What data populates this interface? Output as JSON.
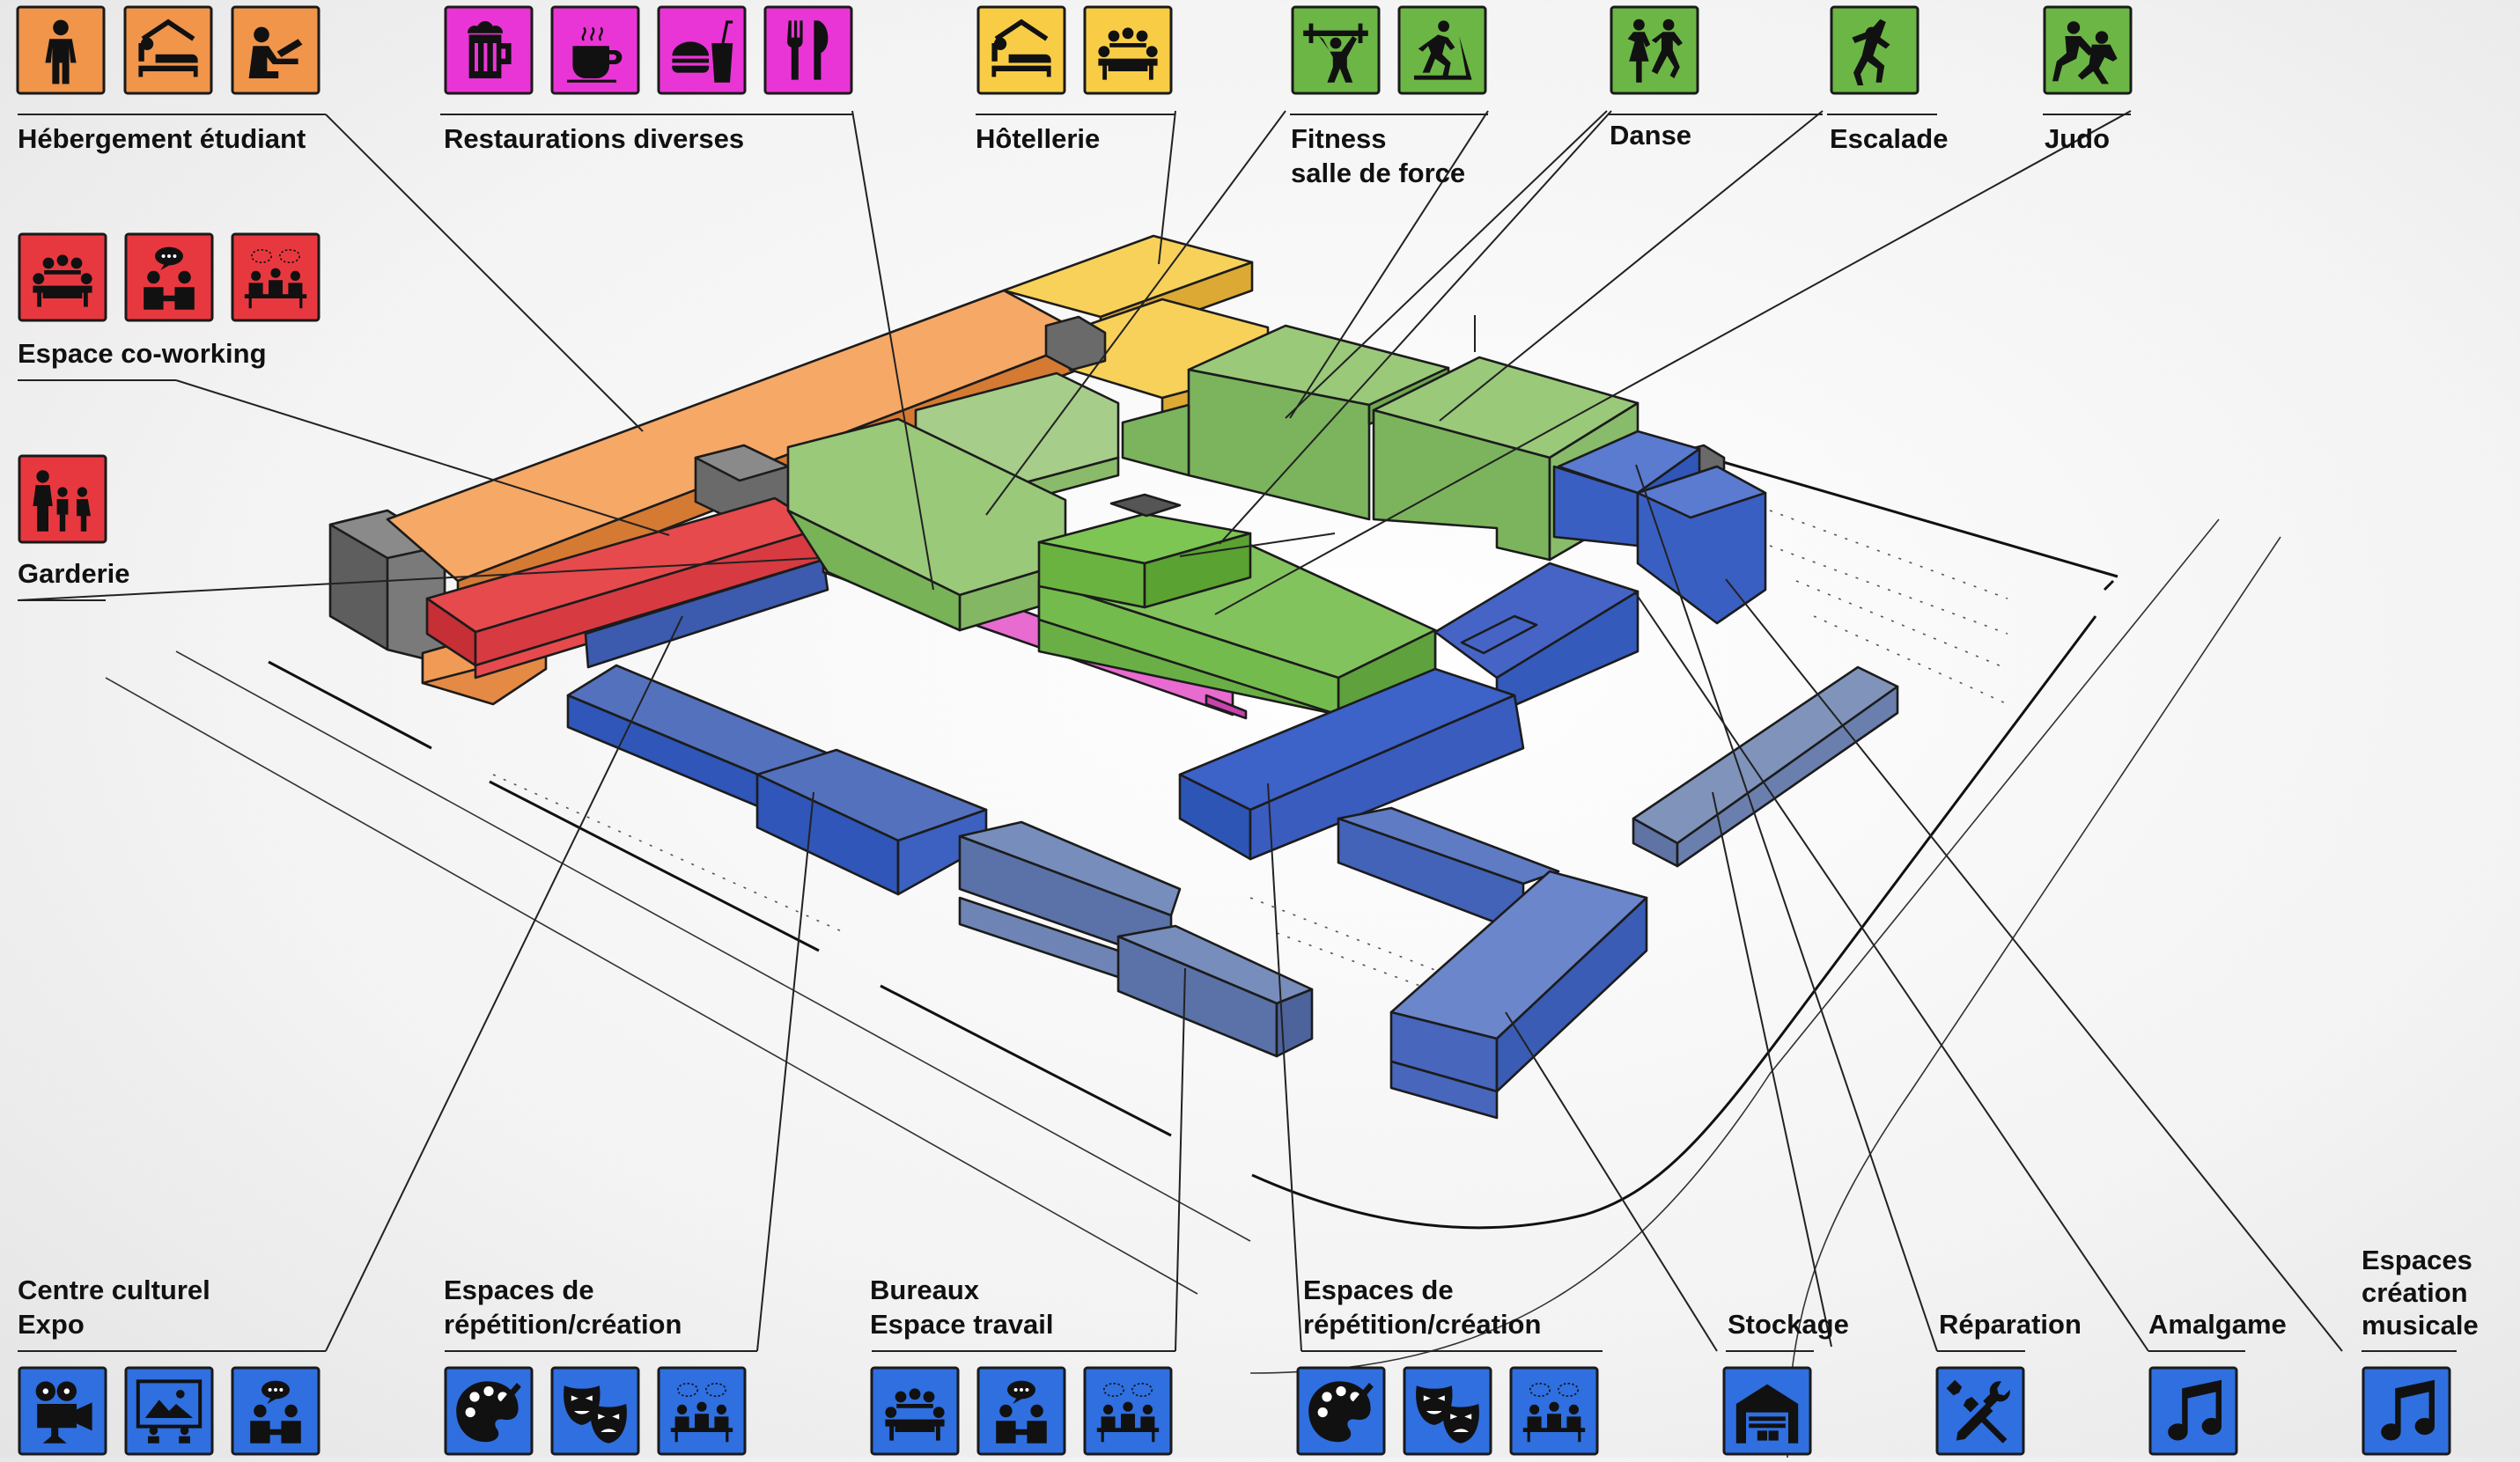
{
  "colors": {
    "orange": "#f0954a",
    "red": "#e8383f",
    "magenta": "#ea35d6",
    "yellow": "#f8cd45",
    "green": "#6cb645",
    "blue": "#2f6fe0",
    "grey_block": "#6e6e6e",
    "slate": "#6f86b8"
  },
  "labels": {
    "hebergement": "Hébergement étudiant",
    "restaurations": "Restaurations diverses",
    "hotellerie": "Hôtellerie",
    "fitness_1": "Fitness",
    "fitness_2": "salle de force",
    "danse": "Danse",
    "escalade": "Escalade",
    "judo": "Judo",
    "coworking": "Espace co-working",
    "garderie": "Garderie",
    "culturel_1": "Centre culturel",
    "culturel_2": "Expo",
    "repetition_a_1": "Espaces de",
    "repetition_a_2": "répétition/création",
    "bureaux_1": "Bureaux",
    "bureaux_2": "Espace travail",
    "repetition_b_1": "Espaces de",
    "repetition_b_2": "répétition/création",
    "stockage": "Stockage",
    "reparation": "Réparation",
    "amalgame": "Amalgame",
    "musicale_1": "Espaces",
    "musicale_2": "création",
    "musicale_3": "musicale"
  },
  "icons": {
    "hebergement": [
      "student-icon",
      "bed-icon",
      "desk-study-icon"
    ],
    "restaurations": [
      "beer-mug-icon",
      "coffee-cup-icon",
      "fast-food-icon",
      "fork-knife-icon"
    ],
    "hotellerie": [
      "bed-icon",
      "meeting-table-icon"
    ],
    "fitness": [
      "weightlifter-icon",
      "treadmill-icon"
    ],
    "danse": [
      "dancers-icon"
    ],
    "escalade": [
      "climber-icon"
    ],
    "judo": [
      "judo-icon"
    ],
    "coworking": [
      "meeting-table-icon",
      "discussion-icon",
      "group-talk-icon"
    ],
    "garderie": [
      "family-icon"
    ],
    "culturel": [
      "projector-icon",
      "exhibition-icon",
      "discussion-icon"
    ],
    "repetition_a": [
      "palette-icon",
      "theatre-masks-icon",
      "group-talk-icon"
    ],
    "bureaux": [
      "meeting-table-icon",
      "discussion-icon",
      "group-talk-icon"
    ],
    "repetition_b": [
      "palette-icon",
      "theatre-masks-icon",
      "group-talk-icon"
    ],
    "stockage": [
      "warehouse-icon"
    ],
    "reparation": [
      "tools-icon"
    ],
    "amalgame": [
      "music-note-icon"
    ],
    "musicale": [
      "music-note-icon"
    ]
  }
}
